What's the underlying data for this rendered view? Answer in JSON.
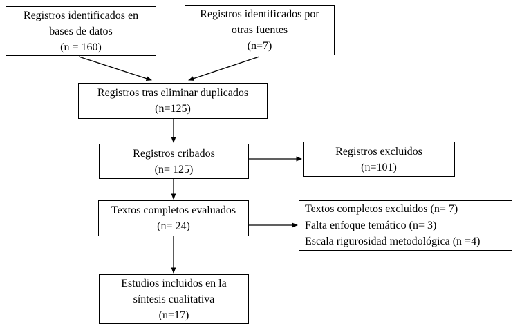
{
  "diagram": {
    "type": "flowchart",
    "language": "es",
    "colors": {
      "background": "#ffffff",
      "box_border": "#000000",
      "text": "#000000",
      "arrow": "#000000"
    },
    "boxes": {
      "identified_databases": {
        "n": 160,
        "lines": [
          "Registros identificados en",
          "bases de datos",
          "(n = 160)"
        ]
      },
      "identified_other_sources": {
        "n": 7,
        "lines": [
          "Registros identificados por",
          "otras fuentes",
          "(n=7)"
        ]
      },
      "after_duplicates_removed": {
        "n": 125,
        "lines": [
          "Registros tras eliminar duplicados",
          "(n=125)"
        ]
      },
      "records_screened": {
        "n": 125,
        "lines": [
          "Registros cribados",
          "(n= 125)"
        ]
      },
      "records_excluded": {
        "n": 101,
        "lines": [
          "Registros excluidos",
          "(n=101)"
        ]
      },
      "fulltext_assessed": {
        "n": 24,
        "lines": [
          "Textos completos evaluados",
          "(n= 24)"
        ]
      },
      "fulltext_excluded": {
        "n": 7,
        "lines": [
          "Textos completos excluidos (n= 7)",
          "Falta enfoque temático (n= 3)",
          "Escala rigurosidad metodológica (n =4)"
        ]
      },
      "studies_included": {
        "n": 17,
        "lines": [
          "Estudios incluidos en la",
          "síntesis cualitativa",
          "(n=17)"
        ]
      }
    },
    "edges": [
      {
        "from": "identified_databases",
        "to": "after_duplicates_removed"
      },
      {
        "from": "identified_other_sources",
        "to": "after_duplicates_removed"
      },
      {
        "from": "after_duplicates_removed",
        "to": "records_screened"
      },
      {
        "from": "records_screened",
        "to": "records_excluded"
      },
      {
        "from": "records_screened",
        "to": "fulltext_assessed"
      },
      {
        "from": "fulltext_assessed",
        "to": "fulltext_excluded"
      },
      {
        "from": "fulltext_assessed",
        "to": "studies_included"
      }
    ]
  }
}
